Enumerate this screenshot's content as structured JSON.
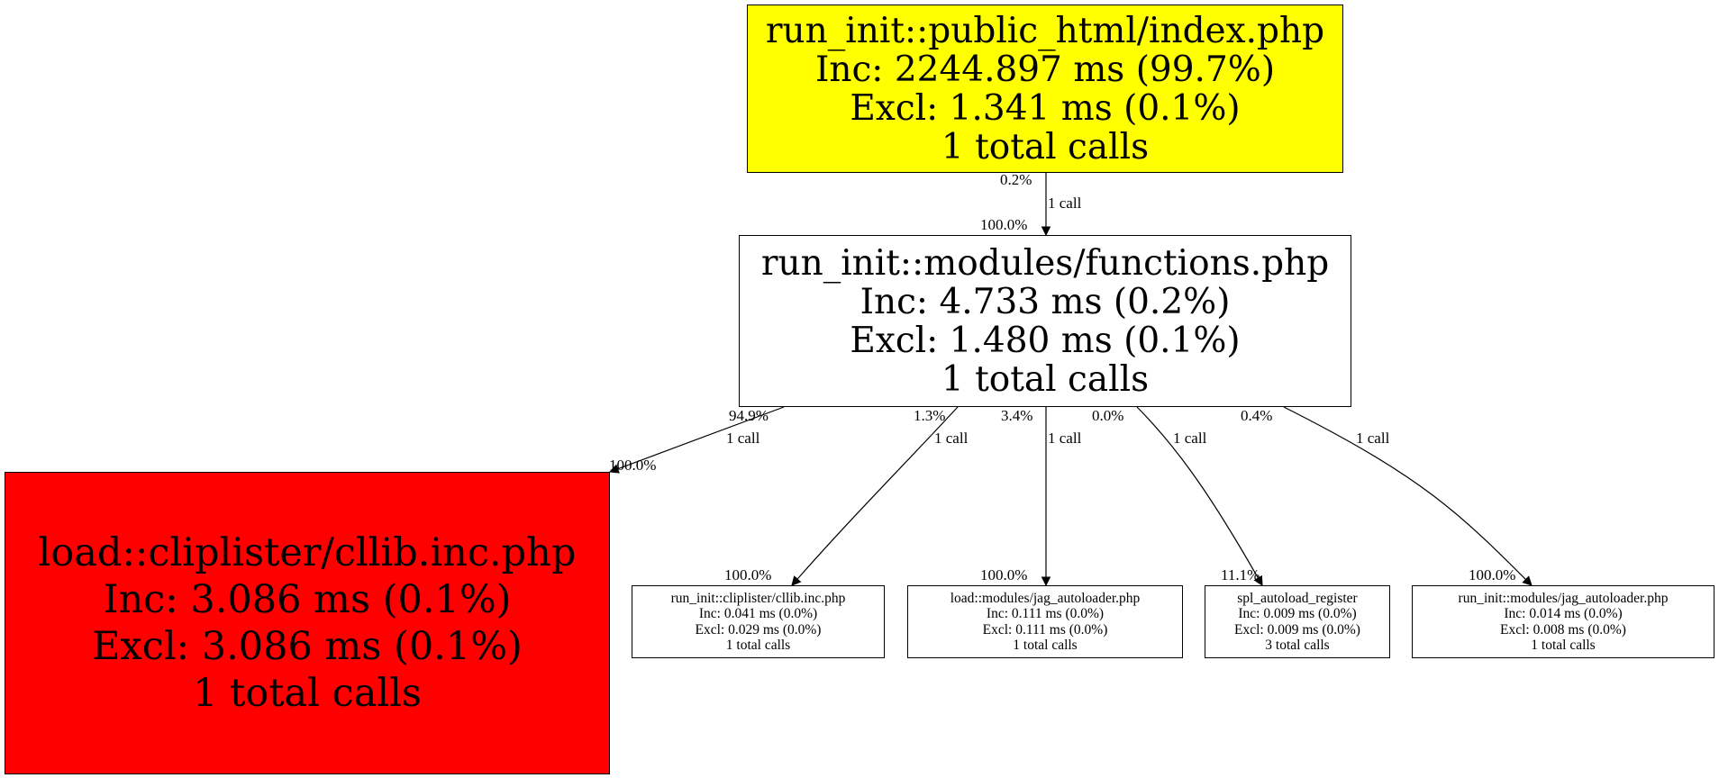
{
  "colors": {
    "root_fill": "#ffff00",
    "hot_fill": "#ff0000",
    "default_fill": "#ffffff",
    "stroke": "#000000"
  },
  "nodes": {
    "index": {
      "name": "run_init::public_html/index.php",
      "inc": "Inc: 2244.897 ms (99.7%)",
      "excl": "Excl: 1.341 ms (0.1%)",
      "calls": "1 total calls"
    },
    "functions": {
      "name": "run_init::modules/functions.php",
      "inc": "Inc: 4.733 ms (0.2%)",
      "excl": "Excl: 1.480 ms (0.1%)",
      "calls": "1 total calls"
    },
    "cllib_load": {
      "name": "load::cliplister/cllib.inc.php",
      "inc": "Inc: 3.086 ms (0.1%)",
      "excl": "Excl: 3.086 ms (0.1%)",
      "calls": "1 total calls"
    },
    "cllib_run": {
      "name": "run_init::cliplister/cllib.inc.php",
      "inc": "Inc: 0.041 ms (0.0%)",
      "excl": "Excl: 0.029 ms (0.0%)",
      "calls": "1 total calls"
    },
    "jag_load": {
      "name": "load::modules/jag_autoloader.php",
      "inc": "Inc: 0.111 ms (0.0%)",
      "excl": "Excl: 0.111 ms (0.0%)",
      "calls": "1 total calls"
    },
    "spl": {
      "name": "spl_autoload_register",
      "inc": "Inc: 0.009 ms (0.0%)",
      "excl": "Excl: 0.009 ms (0.0%)",
      "calls": "3 total calls"
    },
    "jag_run": {
      "name": "run_init::modules/jag_autoloader.php",
      "inc": "Inc: 0.014 ms (0.0%)",
      "excl": "Excl: 0.008 ms (0.0%)",
      "calls": "1 total calls"
    }
  },
  "edges": {
    "index_functions": {
      "from_pct": "0.2%",
      "calls": "1 call",
      "to_pct": "100.0%"
    },
    "functions_cllib_load": {
      "from_pct": "94.9%",
      "calls": "1 call",
      "to_pct": "100.0%"
    },
    "functions_cllib_run": {
      "from_pct": "1.3%",
      "calls": "1 call",
      "to_pct": "100.0%"
    },
    "functions_jag_load": {
      "from_pct": "3.4%",
      "calls": "1 call",
      "to_pct": "100.0%"
    },
    "functions_spl": {
      "from_pct": "0.0%",
      "calls": "1 call",
      "to_pct": "11.1%"
    },
    "functions_jag_run": {
      "from_pct": "0.4%",
      "calls": "1 call",
      "to_pct": "100.0%"
    }
  }
}
